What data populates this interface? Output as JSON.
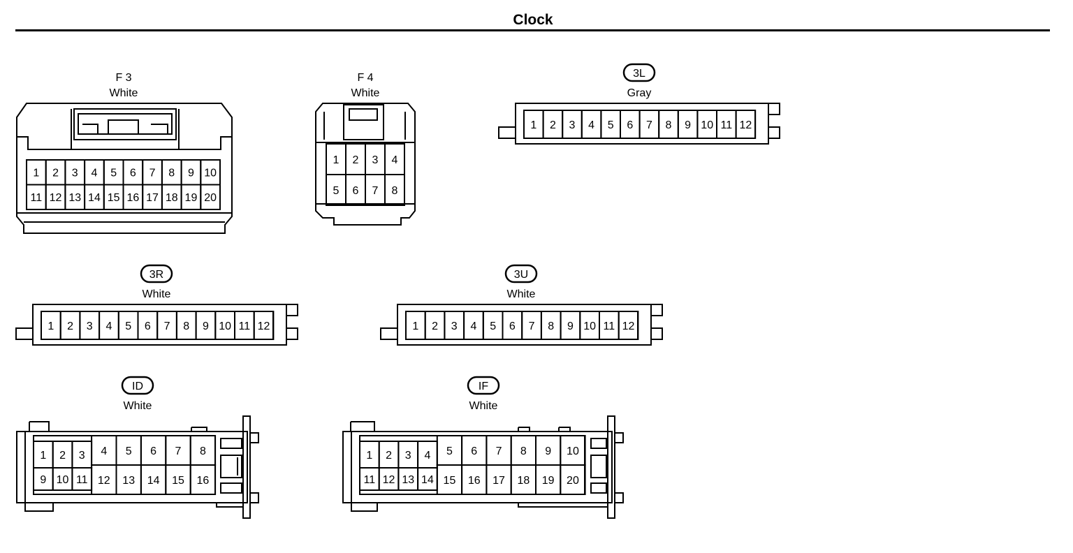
{
  "title": "Clock",
  "connectors": [
    {
      "id": "f3",
      "name": "F 3",
      "badge": false,
      "color": "White",
      "rows": [
        [
          "1",
          "2",
          "3",
          "4",
          "5",
          "6",
          "7",
          "8",
          "9",
          "10"
        ],
        [
          "11",
          "12",
          "13",
          "14",
          "15",
          "16",
          "17",
          "18",
          "19",
          "20"
        ]
      ]
    },
    {
      "id": "f4",
      "name": "F 4",
      "badge": false,
      "color": "White",
      "rows": [
        [
          "1",
          "2",
          "3",
          "4"
        ],
        [
          "5",
          "6",
          "7",
          "8"
        ]
      ]
    },
    {
      "id": "3l",
      "name": "3L",
      "badge": true,
      "color": "Gray",
      "rows": [
        [
          "1",
          "2",
          "3",
          "4",
          "5",
          "6",
          "7",
          "8",
          "9",
          "10",
          "11",
          "12"
        ]
      ]
    },
    {
      "id": "3r",
      "name": "3R",
      "badge": true,
      "color": "White",
      "rows": [
        [
          "1",
          "2",
          "3",
          "4",
          "5",
          "6",
          "7",
          "8",
          "9",
          "10",
          "11",
          "12"
        ]
      ]
    },
    {
      "id": "3u",
      "name": "3U",
      "badge": true,
      "color": "White",
      "rows": [
        [
          "1",
          "2",
          "3",
          "4",
          "5",
          "6",
          "7",
          "8",
          "9",
          "10",
          "11",
          "12"
        ]
      ]
    },
    {
      "id": "id",
      "name": "ID",
      "badge": true,
      "color": "White",
      "small_top": [
        "1",
        "2",
        "3"
      ],
      "small_bottom": [
        "9",
        "10",
        "11"
      ],
      "large_top": [
        "4",
        "5",
        "6",
        "7",
        "8"
      ],
      "large_bottom": [
        "12",
        "13",
        "14",
        "15",
        "16"
      ]
    },
    {
      "id": "if",
      "name": "IF",
      "badge": true,
      "color": "White",
      "small_top": [
        "1",
        "2",
        "3",
        "4"
      ],
      "small_bottom": [
        "11",
        "12",
        "13",
        "14"
      ],
      "large_top": [
        "5",
        "6",
        "7",
        "8",
        "9",
        "10"
      ],
      "large_bottom": [
        "15",
        "16",
        "17",
        "18",
        "19",
        "20"
      ]
    }
  ]
}
